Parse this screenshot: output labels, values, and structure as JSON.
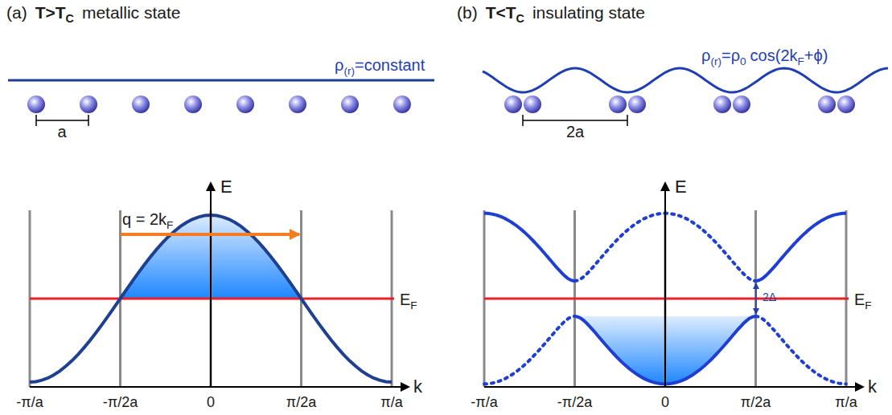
{
  "diagram": {
    "labels": [
      "(a)",
      "T>T",
      "C",
      "metallic state",
      "ρ",
      "(r)",
      "=constant",
      "a",
      "E",
      "q = 2k",
      "F",
      "E",
      "F",
      "-π/a",
      "-π/2a",
      "0",
      "π/2a",
      "π/a",
      "k",
      "(b)",
      "T<T",
      "C",
      "insulating state",
      "ρ",
      "(r)",
      "=ρ",
      "0",
      "cos(2k",
      "F",
      "+ϕ)",
      "2a",
      "E",
      "2Δ",
      "E",
      "F",
      "-π/a",
      "-π/2a",
      "0",
      "π/2a",
      "π/a",
      "k"
    ]
  }
}
